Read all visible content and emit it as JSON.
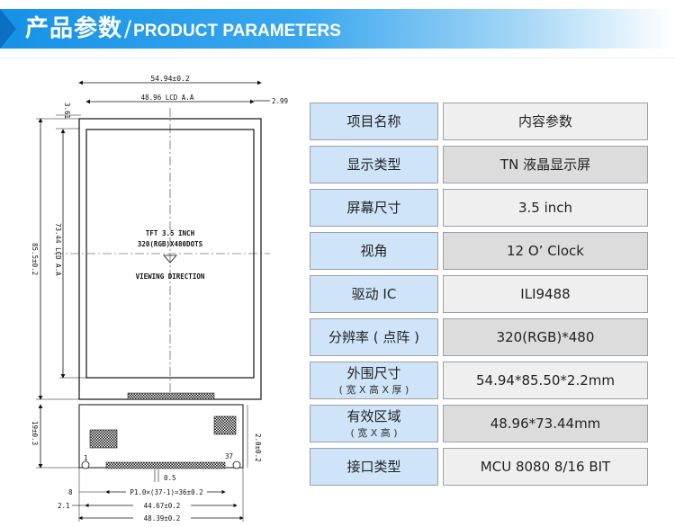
{
  "header": {
    "title_cn": "产品参数",
    "separator": "/",
    "title_en": "PRODUCT PARAMETERS"
  },
  "drawing": {
    "dim_total_width": "54.94±0.2",
    "dim_lcd_aa_width": "48.96 LCD A.A",
    "dim_right_edge": "2.99",
    "dim_top_offset": "3.61",
    "dim_total_height": "85.5±0.2",
    "dim_lcd_aa_height": "73.44 LCD A.A",
    "dim_fpc_height": "19±0.3",
    "dim_right_small": "2.0±0.2",
    "panel_line1": "TFT 3.5 INCH",
    "panel_line2": "320(RGB)X480DOTS",
    "panel_line3": "VIEWING DIRECTION",
    "pin_first": "1",
    "pin_last": "37",
    "dim_pin_width": "0.5",
    "dim_pitch": "P1.0×(37-1)=36±0.2",
    "dim_left_8": "8",
    "dim_left_21": "2.1",
    "dim_inner_width": "44.67±0.2",
    "dim_outer_width": "48.39±0.2"
  },
  "table": {
    "rows": [
      {
        "label": "项目名称",
        "sub": "",
        "value": "内容参数"
      },
      {
        "label": "显示类型",
        "sub": "",
        "value": "TN 液晶显示屏"
      },
      {
        "label": "屏幕尺寸",
        "sub": "",
        "value": "3.5 inch"
      },
      {
        "label": "视角",
        "sub": "",
        "value": "12 O’ Clock"
      },
      {
        "label": "驱动 IC",
        "sub": "",
        "value": "ILI9488"
      },
      {
        "label": "分辨率 ( 点阵 )",
        "sub": "",
        "value": "320(RGB)*480"
      },
      {
        "label": "外围尺寸",
        "sub": "( 宽 X 高 X 厚 )",
        "value": "54.94*85.50*2.2mm"
      },
      {
        "label": "有效区域",
        "sub": "( 宽 X 高 )",
        "value": "48.96*73.44mm"
      },
      {
        "label": "接口类型",
        "sub": "",
        "value": "MCU 8080 8/16 BIT"
      }
    ]
  }
}
